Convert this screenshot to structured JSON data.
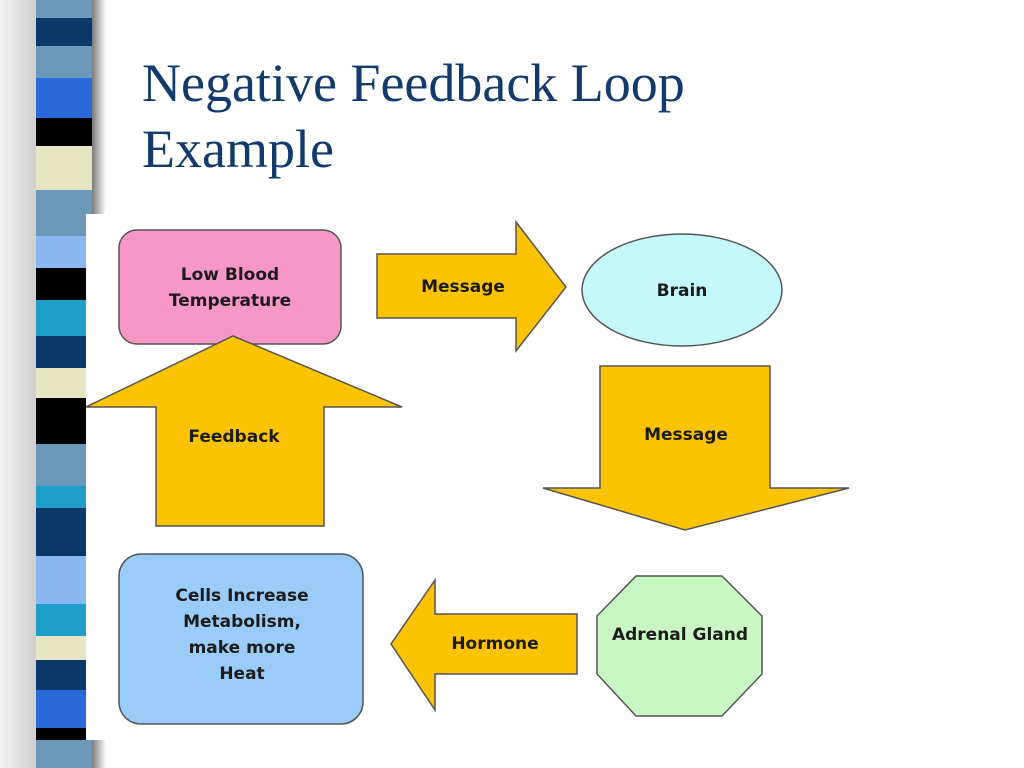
{
  "slide": {
    "title_line1": "Negative Feedback Loop",
    "title_line2": "Example"
  },
  "theme": {
    "title_color": "#123a6b",
    "stripe_colors": [
      "#6a98b8",
      "#0a3868",
      "#2a6ad8",
      "#e6e6c4",
      "#000000",
      "#89b8f0",
      "#1e9ec8"
    ]
  },
  "diagram": {
    "nodes": {
      "low_temp": {
        "lines": [
          "Low Blood",
          "Temperature"
        ],
        "shape": "rounded-rect",
        "color": "#f797c6"
      },
      "brain": {
        "lines": [
          "Brain"
        ],
        "shape": "ellipse",
        "color": "#c4f8fb"
      },
      "adrenal": {
        "lines": [
          "Adrenal Gland"
        ],
        "shape": "octagon",
        "color": "#c9f7c3"
      },
      "cells": {
        "lines": [
          "Cells Increase",
          "Metabolism,",
          "make more",
          "Heat"
        ],
        "shape": "rounded-rect",
        "color": "#99ccf8"
      }
    },
    "arrows": {
      "msg1": {
        "label": "Message",
        "direction": "right",
        "color": "#fbc300"
      },
      "msg2": {
        "label": "Message",
        "direction": "down",
        "color": "#fbc300"
      },
      "hormone": {
        "label": "Hormone",
        "direction": "left",
        "color": "#fbc300"
      },
      "feedback": {
        "label": "Feedback",
        "direction": "up",
        "color": "#fbc300"
      }
    },
    "stroke_color": "#555555"
  }
}
